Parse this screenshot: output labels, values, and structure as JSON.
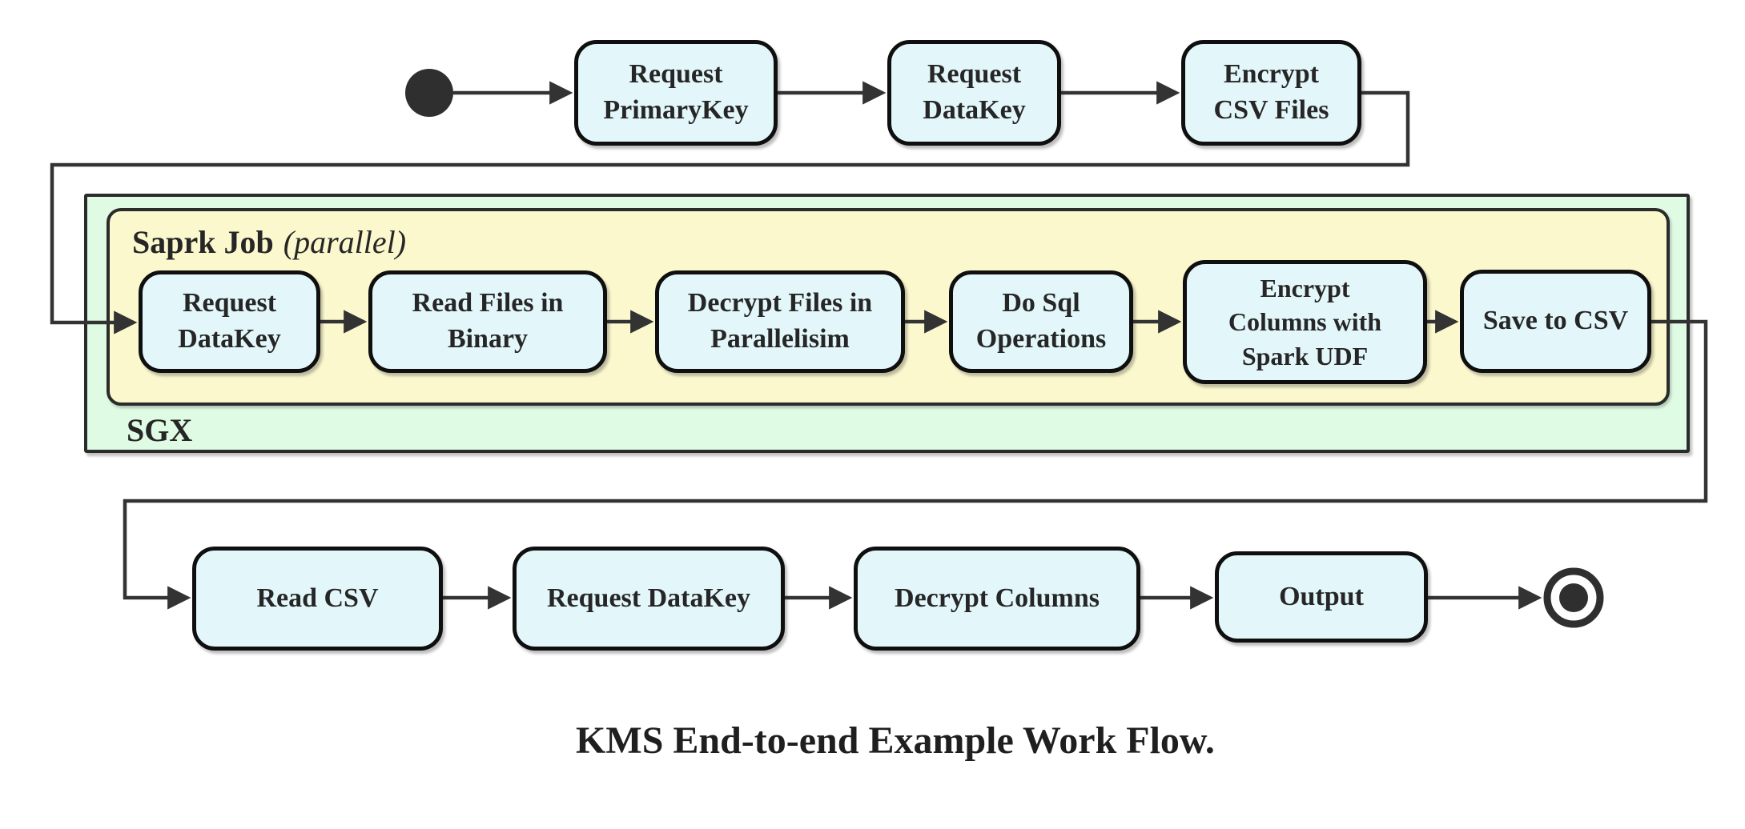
{
  "title": "KMS End-to-end Example Work Flow.",
  "containers": {
    "spark_job": {
      "label": "Saprk Job",
      "qualifier": "(parallel)"
    },
    "sgx": {
      "label": "SGX"
    }
  },
  "nodes": {
    "request_primarykey": "Request\nPrimaryKey",
    "request_datakey_top": "Request\nDataKey",
    "encrypt_csv_files": "Encrypt\nCSV Files",
    "request_datakey_sgx": "Request\nDataKey",
    "read_files_in_binary": "Read Files in\nBinary",
    "decrypt_files_in_parallelisim": "Decrypt Files in\nParallelisim",
    "do_sql_operations": "Do Sql\nOperations",
    "encrypt_columns_with_spark_udf": "Encrypt\nColumns with\nSpark UDF",
    "save_to_csv": "Save to CSV",
    "read_csv": "Read CSV",
    "request_datakey_client": "Request DataKey",
    "decrypt_columns": "Decrypt Columns",
    "output": "Output"
  },
  "colors": {
    "node_fill": "#e3f7fb",
    "node_border": "#0f0f0f",
    "spark_fill": "#fbf8ce",
    "sgx_fill": "#dffbe3",
    "container_border": "#2b2b2b",
    "edge": "#333333",
    "text": "#262626"
  }
}
